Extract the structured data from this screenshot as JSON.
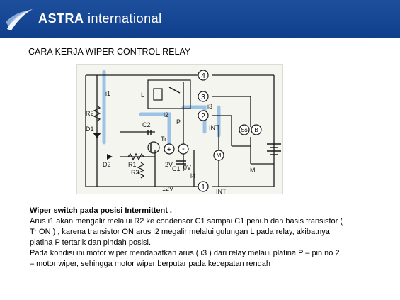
{
  "header": {
    "brand_bold": "ASTRA",
    "brand_light": "international",
    "logo_icon": "astra-swoosh-logo",
    "bg_color": "#1d4f9c"
  },
  "title": "CARA KERJA WIPER CONTROL RELAY",
  "diagram": {
    "terminals": [
      "4",
      "3",
      "2",
      "1"
    ],
    "labels": {
      "i1": "i1",
      "i2": "i2",
      "i3": "i3",
      "i4": "i4",
      "L": "L",
      "P": "P",
      "R1": "R1",
      "R2": "R2",
      "R3": "R3",
      "D1": "D1",
      "D2": "D2",
      "C1": "C1",
      "C2": "C2",
      "Tr": "Tr",
      "v2": "2V",
      "v0": "0V",
      "v12": "12V",
      "INT": "INT",
      "M": "M",
      "Ss": "Ss",
      "B": "B",
      "plus": "+",
      "minus": "-"
    }
  },
  "description": {
    "heading": "Wiper switch pada posisi Intermittent .",
    "lines": [
      "Arus i1 akan mengalir melalui R2 ke condensor C1 sampai C1 penuh dan basis transistor  (",
      "Tr ON ) , karena transistor ON arus i2 megalir melalui gulungan L pada relay, akibatnya",
      "platina P tertarik dan pindah posisi.",
      "Pada kondisi ini motor wiper mendapatkan arus ( i3 ) dari relay melaui platina P – pin no 2",
      "– motor wiper, sehingga motor wiper berputar pada kecepatan rendah"
    ]
  }
}
